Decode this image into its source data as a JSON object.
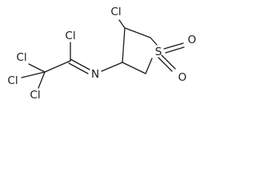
{
  "molecule": {
    "atoms": {
      "cl_ring": "Cl",
      "sulfur": "S",
      "oxygen_right": "O",
      "oxygen_bottom": "O",
      "nitrogen": "N",
      "cl_imidoyl": "Cl",
      "cl_top_left": "Cl",
      "cl_left": "Cl",
      "cl_bottom": "Cl"
    }
  }
}
